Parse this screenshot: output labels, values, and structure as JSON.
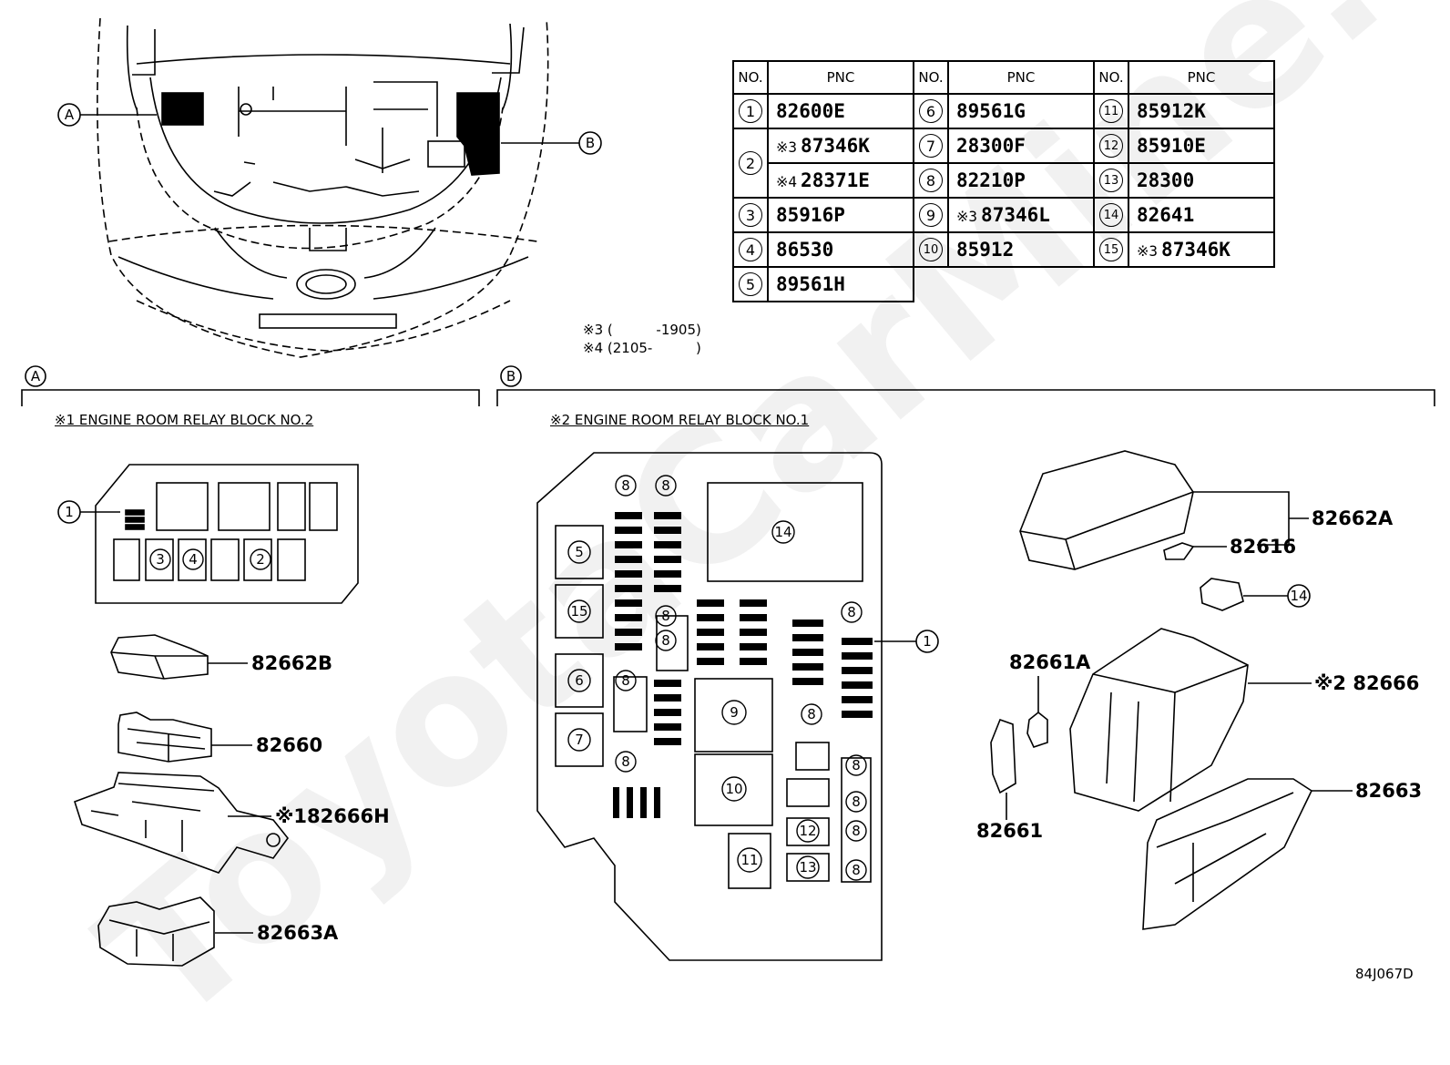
{
  "table": {
    "headers": [
      "NO.",
      "PNC",
      "NO.",
      "PNC",
      "NO.",
      "PNC"
    ],
    "rows": [
      {
        "no": "1",
        "pnc": "82600E",
        "note": ""
      },
      {
        "no": "2",
        "pnc": "87346K",
        "note": "※3"
      },
      {
        "no": "2",
        "pnc": "28371E",
        "note": "※4"
      },
      {
        "no": "3",
        "pnc": "85916P",
        "note": ""
      },
      {
        "no": "4",
        "pnc": "86530",
        "note": ""
      },
      {
        "no": "5",
        "pnc": "89561H",
        "note": ""
      },
      {
        "no": "6",
        "pnc": "89561G",
        "note": ""
      },
      {
        "no": "7",
        "pnc": "28300F",
        "note": ""
      },
      {
        "no": "8",
        "pnc": "82210P",
        "note": ""
      },
      {
        "no": "9",
        "pnc": "87346L",
        "note": "※3"
      },
      {
        "no": "10",
        "pnc": "85912",
        "note": ""
      },
      {
        "no": "11",
        "pnc": "85912K",
        "note": ""
      },
      {
        "no": "12",
        "pnc": "85910E",
        "note": ""
      },
      {
        "no": "13",
        "pnc": "28300",
        "note": ""
      },
      {
        "no": "14",
        "pnc": "82641",
        "note": ""
      },
      {
        "no": "15",
        "pnc": "87346K",
        "note": "※3"
      }
    ]
  },
  "notes": [
    "※3 (          -1905)",
    "※4 (2105-          )"
  ],
  "callouts": {
    "a": "A",
    "b": "B"
  },
  "sections": {
    "a_title": "※1 ENGINE ROOM RELAY BLOCK NO.2",
    "b_title": "※2 ENGINE ROOM RELAY BLOCK NO.1"
  },
  "left_parts": {
    "p1": "82662B",
    "p2": "82660",
    "p3": "※182666H",
    "p4": "82663A"
  },
  "right_parts": {
    "p1": "82662A",
    "p2": "82616",
    "p3": "82661A",
    "p4": "※2 82666",
    "p5": "82661",
    "p6": "82663"
  },
  "block_a": {
    "c1": "1",
    "c2": "3",
    "c3": "4",
    "c4": "2"
  },
  "block_b": {
    "c8": "8",
    "c14": "14",
    "c5": "5",
    "c15": "15",
    "c6": "6",
    "c7": "7",
    "c9": "9",
    "c10": "10",
    "c11": "11",
    "c12": "12",
    "c13": "13",
    "c1": "1"
  },
  "right_callout_14": "14",
  "drawing_code": "84J067D",
  "watermark": "ToyotaCarMine.ru"
}
